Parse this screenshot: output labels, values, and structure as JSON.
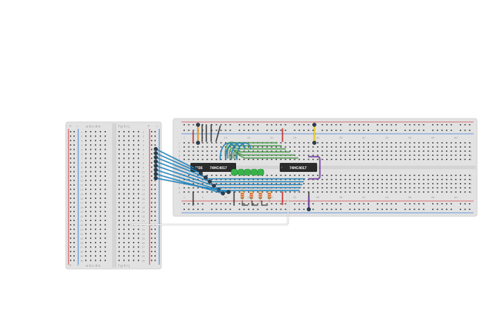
{
  "colors": {
    "board": "#e2e2e2",
    "board_edge": "#d2d2d2",
    "hole": "#5e5e5e",
    "rail_red": "#d83b3b",
    "rail_blue": "#3a7dd6",
    "chip": "#2b2b2b",
    "wire_blue": "#1f8fd1",
    "wire_green": "#4caf50",
    "wire_purple": "#7e3fb8",
    "wire_yellow": "#f2d21b",
    "wire_orange": "#f39c12",
    "wire_red": "#d62d2d",
    "wire_white": "#f7f7f7",
    "led_green": "#38b44a",
    "resistor": "#e8c27a"
  },
  "small_breadboard": {
    "rail_plus": "+",
    "rail_minus": "−",
    "left_cols": "a b c d e",
    "right_cols": "f g h i j",
    "rows": [
      "1",
      "2",
      "3",
      "4",
      "5",
      "6",
      "7",
      "8",
      "9",
      "10",
      "11",
      "12",
      "13",
      "14",
      "15",
      "16",
      "17",
      "18",
      "19",
      "20",
      "21",
      "22",
      "23",
      "24",
      "25",
      "26",
      "27",
      "28",
      "29",
      "30"
    ]
  },
  "large_breadboard": {
    "column_numbers": [
      "1",
      "5",
      "10",
      "15",
      "20",
      "25",
      "30",
      "35",
      "40",
      "45",
      "50",
      "55",
      "60"
    ],
    "row_letters": [
      "j",
      "i",
      "h",
      "g",
      "f",
      "e",
      "d",
      "c",
      "b",
      "a"
    ]
  },
  "chips": [
    {
      "id": "chip-1",
      "labels": [
        "4035",
        "74HC4017"
      ]
    },
    {
      "id": "chip-2",
      "labels": [
        "74HC4017"
      ]
    }
  ],
  "leds": {
    "count": 5,
    "color": "green"
  },
  "resistors": {
    "count": 4
  },
  "wires": {
    "jumpers_to_small_board": 8,
    "green_bundle": 6,
    "blue_bundle": 5
  }
}
